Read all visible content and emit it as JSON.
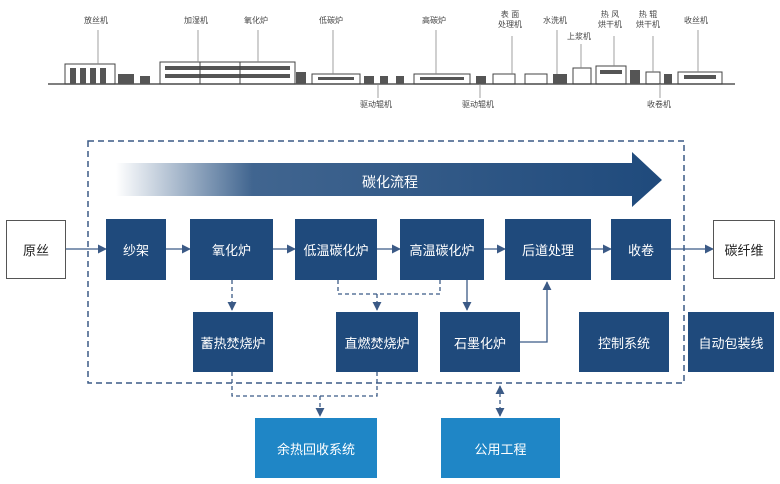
{
  "machine_line": {
    "top_labels": [
      {
        "id": "fangsi",
        "text": "放丝机"
      },
      {
        "id": "jiashi",
        "text": "加湿机"
      },
      {
        "id": "yanghua",
        "text": "氧化炉"
      },
      {
        "id": "ditan",
        "text": "低碳炉"
      },
      {
        "id": "gaotan",
        "text": "高碳炉"
      },
      {
        "id": "biaomian",
        "text": "表 面\n处理机"
      },
      {
        "id": "shuixi",
        "text": "水洗机"
      },
      {
        "id": "shangjiang",
        "text": "上浆机"
      },
      {
        "id": "refeng",
        "text": "热 风\n烘干机"
      },
      {
        "id": "re",
        "text": "热 辊\n烘干机"
      },
      {
        "id": "shousi",
        "text": "收丝机"
      }
    ],
    "bottom_labels": [
      {
        "id": "qudong1",
        "text": "驱动辊机"
      },
      {
        "id": "qudong2",
        "text": "驱动辊机"
      },
      {
        "id": "shoujuan",
        "text": "收卷机"
      }
    ]
  },
  "flow": {
    "banner": "碳化流程",
    "input": "原丝",
    "output": "碳纤维",
    "main_steps": [
      "纱架",
      "氧化炉",
      "低温碳化炉",
      "高温碳化炉",
      "后道处理",
      "收卷"
    ],
    "sub_units": [
      "蓄热焚烧炉",
      "直燃焚烧炉",
      "石墨化炉",
      "控制系统"
    ],
    "outside": "自动包装线",
    "bottom": [
      "余热回收系统",
      "公用工程"
    ]
  },
  "colors": {
    "dark_blue": "#1f4a7c",
    "light_blue": "#1f86c6",
    "line": "#3b5a86"
  }
}
